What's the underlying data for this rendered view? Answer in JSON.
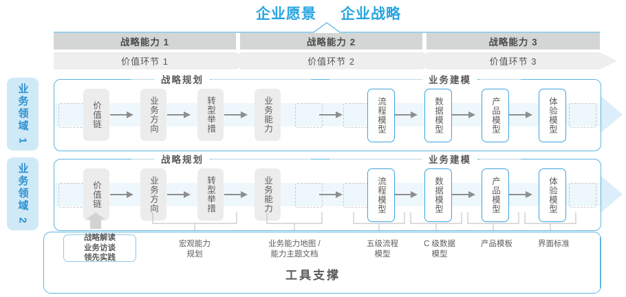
{
  "header": {
    "vision_title": "企业愿景",
    "strategy_title": "企业战略",
    "capabilities": [
      {
        "label": "战略能力 1"
      },
      {
        "label": "战略能力 2"
      },
      {
        "label": "战略能力 3"
      }
    ],
    "value_links": [
      {
        "label": "价值环节 1"
      },
      {
        "label": "价值环节 2"
      },
      {
        "label": "价值环节 3"
      }
    ]
  },
  "domains": [
    {
      "label": "业务领域 1"
    },
    {
      "label": "业务领域 2"
    }
  ],
  "sections": {
    "planning": "战略规划",
    "modeling": "业务建模"
  },
  "rows": [
    {
      "planning_cards": [
        "价值链",
        "业务方向",
        "转型举措",
        "业务能力"
      ],
      "modeling_cards": [
        "流程模型",
        "数据模型",
        "产品模型",
        "体验模型"
      ]
    },
    {
      "planning_cards": [
        "价值链",
        "业务方向",
        "转型举措",
        "业务能力"
      ],
      "modeling_cards": [
        "流程模型",
        "数据模型",
        "产品模型",
        "体验模型"
      ]
    }
  ],
  "tool_support": {
    "title": "工具支撑",
    "strategy_read_lines": [
      "战略解读",
      "业务访谈",
      "领先实践"
    ],
    "labels": [
      {
        "line1": "宏观能力",
        "line2": "规划"
      },
      {
        "line1": "业务能力地图 /",
        "line2": "能力主题文档"
      },
      {
        "line1": "五级流程",
        "line2": "模型"
      },
      {
        "line1": "C 级数据",
        "line2": "模型"
      },
      {
        "line1": "产品模板",
        "line2": ""
      },
      {
        "line1": "界面标准",
        "line2": ""
      }
    ]
  },
  "colors": {
    "accent_blue": "#27a5e0",
    "border_blue": "#5bb4de",
    "bar_gray": "#d4d6d6",
    "band_gray": "#eeeeee",
    "tab_blue": "#cfe9f7"
  }
}
